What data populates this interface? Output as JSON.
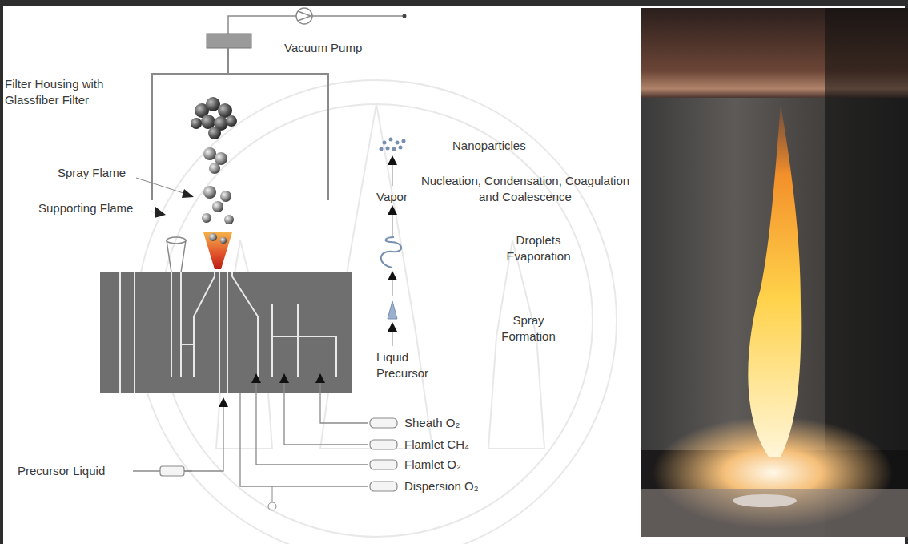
{
  "diagram": {
    "labels": [
      "Vacuum Pump",
      "Filter Housing with Glassfiber Filter",
      "Spray Flame",
      "Supporting Flame",
      "Precursor Liquid",
      "Nanoparticles",
      "Nucleation, Condensation, Coagulation and Coalescence",
      "Vapor",
      "Droplets Evaporation",
      "Spray Formation",
      "Liquid Precursor",
      "Sheath O₂",
      "Flamlet CH₄",
      "Flamlet O₂",
      "Dispersion O₂"
    ]
  }
}
